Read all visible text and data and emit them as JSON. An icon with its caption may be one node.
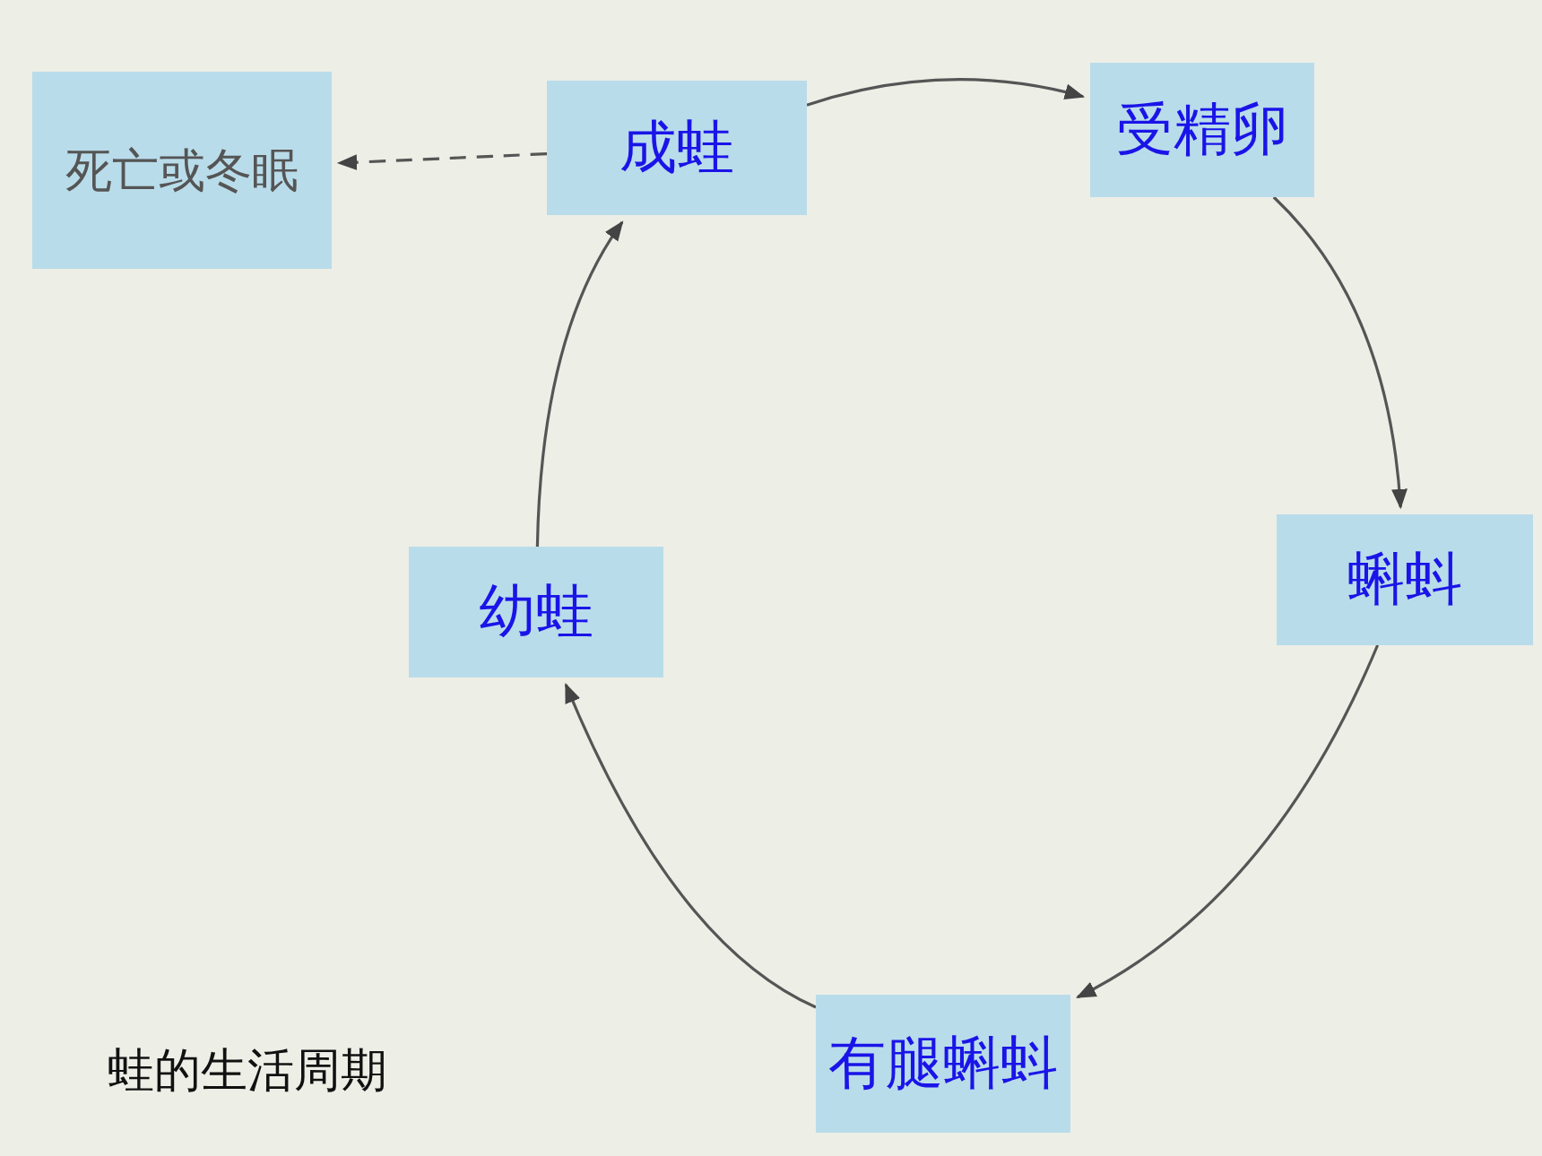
{
  "diagram": {
    "caption": "蛙的生活周期",
    "nodes": [
      {
        "text": [
          "成蛙"
        ]
      },
      {
        "text": [
          "受精卵"
        ]
      },
      {
        "text": [
          "蝌蚪"
        ]
      },
      {
        "text": [
          "有腿蝌蚪"
        ]
      },
      {
        "text": [
          "幼蛙"
        ]
      },
      {
        "text": [
          "死亡或冬眠"
        ]
      }
    ],
    "edges": [
      {
        "from": 0,
        "to": 1,
        "arrow": "to"
      },
      {
        "from": 1,
        "to": 2,
        "arrow": "to"
      },
      {
        "from": 2,
        "to": 3,
        "arrow": "to"
      },
      {
        "from": 3,
        "to": 4,
        "arrow": "to"
      },
      {
        "from": 4,
        "to": 0,
        "arrow": "to"
      },
      {
        "from": 0,
        "to": 5,
        "arrow": "to",
        "style": "dashed"
      }
    ]
  }
}
